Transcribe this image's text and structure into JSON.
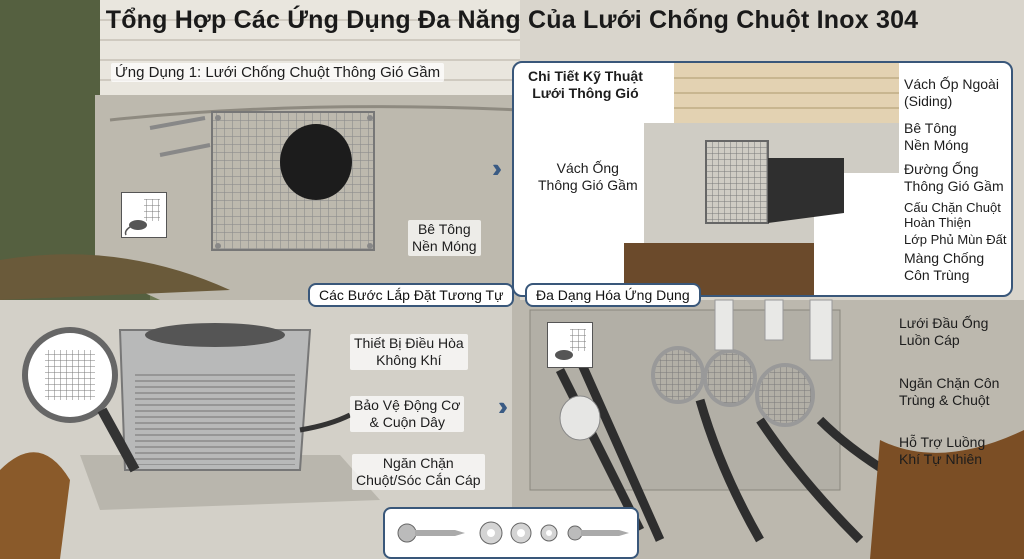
{
  "title": "Tổng Hợp Các Ứng Dụng Đa Năng Của Lưới Chống Chuột Inox 304",
  "panel1": {
    "heading": "Ứng Dụng 1: Lưới Chống Chuột Thông Gió Gầm",
    "concrete_label": "Bê Tông\nNền Móng"
  },
  "detail": {
    "heading": "Chi Tiết Kỹ Thuật\nLưới Thông Gió",
    "vent_wall": "Vách Ống\nThông Gió Gầm",
    "labels": [
      "Vách Ốp Ngoài\n(Siding)",
      "Bê Tông\nNền Móng",
      "Đường Ống\nThông Gió Gầm",
      "Cấu Chặn Chuột\nHoàn Thiện",
      "Lớp Phủ Mùn Đất",
      "Màng Chống\nCôn Trùng"
    ]
  },
  "tags": {
    "install_steps": "Các Bước Lắp Đặt Tương Tự",
    "diversify": "Đa Dạng Hóa Ứng Dụng"
  },
  "ac": {
    "labels": [
      "Thiết Bị Điều Hòa\nKhông Khí",
      "Bảo Vệ Động Cơ\n& Cuộn Dây",
      "Ngăn Chặn\nChuột/Sóc Cắn Cáp"
    ]
  },
  "pipes": {
    "labels": [
      "Lưới Đầu Ống\nLuồn Cáp",
      "Ngăn Chặn Côn\nTrùng & Chuột",
      "Hỗ Trợ Luồng\nKhí Tự Nhiên"
    ]
  },
  "hardware": {
    "items": [
      "screw-icon",
      "washer-icon",
      "washer-icon",
      "washer-icon",
      "screw-icon"
    ]
  },
  "colors": {
    "frame": "#39577a",
    "chevron": "#3a5b84",
    "mesh": "#9a9a9a",
    "concrete": "#c7c4bc"
  }
}
